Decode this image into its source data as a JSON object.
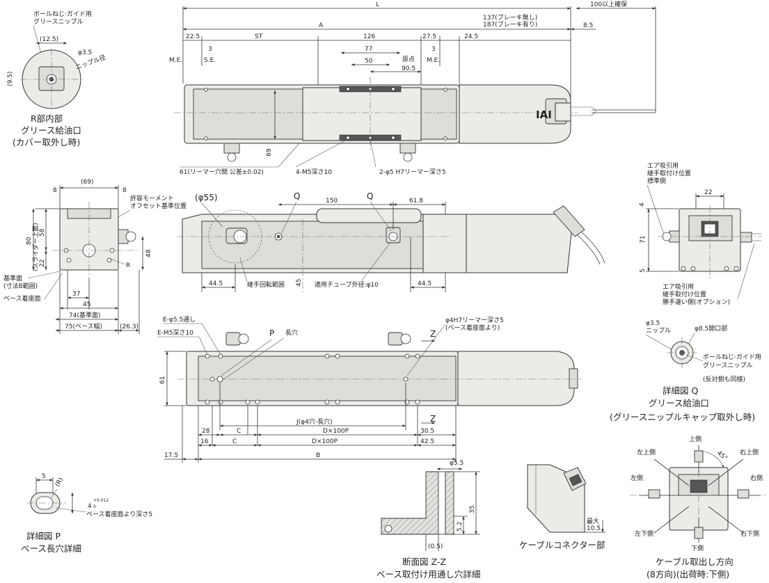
{
  "top": {
    "L": "L",
    "A": "A",
    "ST": "ST",
    "d22_5": "22.5",
    "d126": "126",
    "d27_5": "27.5",
    "d24_5": "24.5",
    "d8_5": "8.5",
    "d100": "100以上確保",
    "d137": "137(ブレーキ無し)",
    "d187": "187(ブレーキ有り)",
    "d77": "77",
    "d50": "50",
    "d90_5": "90.5",
    "genten": "原点",
    "d3a": "3",
    "d3b": "3",
    "me1": "M.E.",
    "se": "S.E.",
    "me2": "M.E.",
    "d69": "69",
    "note61": "61(リーマー穴間 公差±0.02)",
    "note4m5": "4-M5深さ10",
    "note2phi5": "2-φ5 H7リーマー深さ5"
  },
  "rdetail": {
    "note_top1": "ボールねじ·ガイド用",
    "note_top2": "グリースニップル",
    "d12_5": "(12.5)",
    "d9_5": "(9.5)",
    "phi3_5": "φ3.5",
    "nipple": "ニップル径",
    "cap1": "R部内部",
    "cap2": "グリース給油口",
    "cap3": "(カバー取外し時)"
  },
  "end": {
    "d8a": "8",
    "d69": "(69)",
    "d8b": "8",
    "moment1": "許容モーメント",
    "moment2": "オフセット基準位置",
    "d80": "80",
    "slider": "(スライダー上面)",
    "d58": "58",
    "d22": "22",
    "d48": "48",
    "R": "R",
    "base1": "基準面",
    "base2": "(寸法B範囲)",
    "base3": "ベース着座面",
    "d37": "37",
    "d45": "45",
    "d74": "74(基準面)",
    "d75": "75(ベース幅)",
    "d26_3": "(26.3)"
  },
  "side": {
    "phi55": "(φ55)",
    "Q1": "Q",
    "Q2": "Q",
    "d150": "150",
    "d61_8": "61.8",
    "d44_5a": "44.5",
    "d44_5b": "44.5",
    "d45": "45",
    "swivel": "継手回転範囲",
    "tube": "適用チューブ外径:φ10"
  },
  "bottom": {
    "e55": "E-φ5.5通し",
    "em5": "E-M5深さ10",
    "P": "P",
    "long": "長穴",
    "note4h7a": "φ4H7リーマー深さ5",
    "note4h7b": "(ベース着座面より)",
    "Z1": "Z",
    "Z2": "Z",
    "d61": "61",
    "J": "J(φ4穴-長穴)",
    "dx1": "D×100P",
    "dx2": "D×100P",
    "d28": "28",
    "C1": "C",
    "C2": "C",
    "d16": "16",
    "d30_5": "30.5",
    "d42_5": "42.5",
    "d17_5": "17.5",
    "B": "B"
  },
  "rear": {
    "air1": "エア吸引用",
    "air2": "継手取付け位置",
    "air3": "標準側",
    "d22": "22",
    "d4": "4",
    "d71": "71",
    "d5": "5",
    "opt1": "エア吸引用",
    "opt2": "継手取付け位置",
    "opt3": "勝手違い側(オプション)"
  },
  "qdetail": {
    "phi3_5": "φ3.5",
    "nipple": "ニップル",
    "phi8_5": "φ8.5開口部",
    "note1": "ボールねじ·ガイド用",
    "note2": "グリースニップル",
    "note3": "(反対側も同様)",
    "cap1": "詳細図 Q",
    "cap2": "グリース給油口",
    "cap3": "(グリースニップルキャップ取外し時)"
  },
  "pdetail": {
    "d5": "5",
    "R": "(R)",
    "d4": "4",
    "tol_up": "+0.012",
    "tol_lo": "0",
    "note": "ベース着座面より深さ5",
    "cap1": "詳細図 P",
    "cap2": "ベース長穴詳細"
  },
  "zz": {
    "phi5_5": "φ5.5",
    "d35": "35",
    "d5_2": "5.2",
    "d0_5": "(0.5)",
    "cap1": "断面図 Z-Z",
    "cap2": "ベース取付け用通し穴詳細"
  },
  "cable": {
    "max": "最大",
    "d10_5": "10.5",
    "cap": "ケーブルコネクター部"
  },
  "dirs": {
    "up": "上側",
    "upleft": "左上側",
    "upright": "右上側",
    "left": "左側",
    "right": "右側",
    "downleft": "左下側",
    "downright": "右下側",
    "down": "下側",
    "angle": "45°",
    "cap1": "ケーブル取出し方向",
    "cap2": "(8方向)(出荷時:下側)"
  }
}
